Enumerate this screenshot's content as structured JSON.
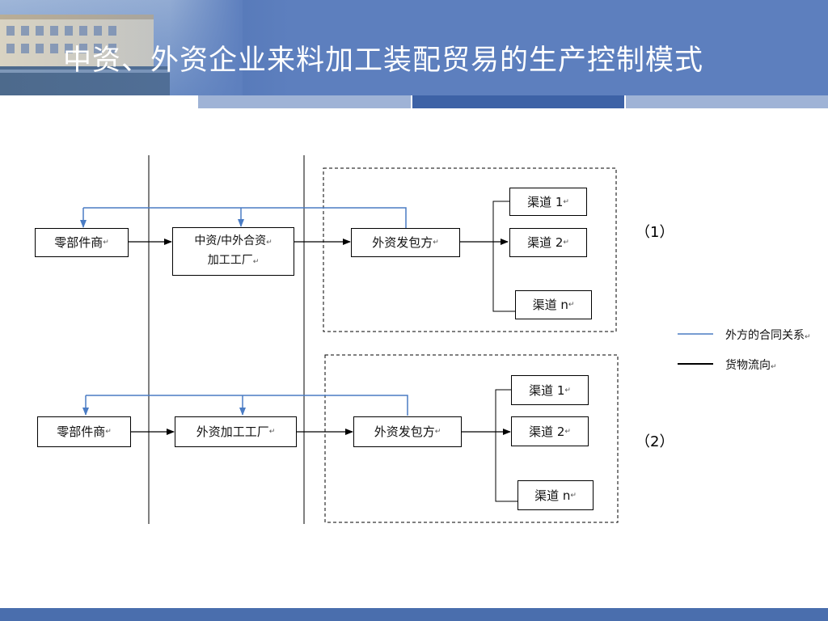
{
  "slide": {
    "title": "中资、外资企业来料加工装配贸易的生产控制模式"
  },
  "colors": {
    "header": "#5d7fbe",
    "contract_line": "#4a7cc4",
    "goods_line": "#000000"
  },
  "diagram1": {
    "supplier": "零部件商",
    "factory_line1": "中资/中外合资",
    "factory_line2": "加工工厂",
    "contractor": "外资发包方",
    "channels": [
      "渠道 1",
      "渠道 2",
      "渠道 n"
    ],
    "label": "（1）"
  },
  "diagram2": {
    "supplier": "零部件商",
    "factory": "外资加工工厂",
    "contractor": "外资发包方",
    "channels": [
      "渠道 1",
      "渠道 2",
      "渠道 n"
    ],
    "label": "（2）"
  },
  "legend": {
    "contract": "外方的合同关系",
    "goods": "货物流向"
  }
}
